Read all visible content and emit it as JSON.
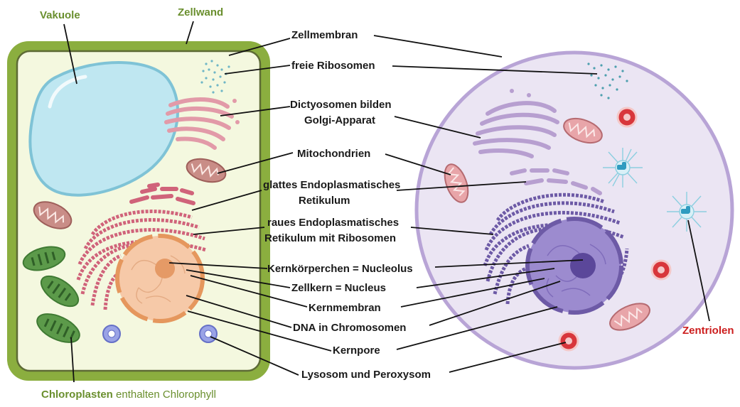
{
  "diagram": {
    "left_labels": {
      "vakuole": "Vakuole",
      "zellwand": "Zellwand",
      "chloroplasten_bold": "Chloroplasten",
      "chloroplasten_rest": " enthalten Chlorophyll"
    },
    "center_labels": {
      "zellmembran": "Zellmembran",
      "freie_ribosomen": "freie Ribosomen",
      "dictyosomen_1": "Dictyosomen bilden",
      "dictyosomen_2": "Golgi-Apparat",
      "mitochondrien": "Mitochondrien",
      "glattes_er_1": "glattes Endoplasmatisches",
      "glattes_er_2": "Retikulum",
      "raues_er_1": "raues Endoplasmatisches",
      "raues_er_2": "Retikulum mit Ribosomen",
      "nucleolus": "Kernkörperchen = Nucleolus",
      "nucleus": "Zellkern = Nucleus",
      "kernmembran": "Kernmembran",
      "dna": "DNA in Chromosomen",
      "kernpore": "Kernpore",
      "lysosom": "Lysosom und Peroxysom"
    },
    "right_labels": {
      "zentriolen": "Zentriolen"
    },
    "colors": {
      "cell_wall": "#8bae3f",
      "plant_cytoplasm": "#f4f8df",
      "animal_cytoplasm": "#ebe5f3",
      "vacuole": "#bfe7f1",
      "golgi_plant": "#e29aa8",
      "golgi_animal": "#b79fd0",
      "mitochondria": "#c98d87",
      "er_plant": "#d0637a",
      "er_animal": "#6d5aa6",
      "nucleus_plant": "#f6c9a8",
      "nucleus_animal": "#8a76c2",
      "chloroplast": "#5c9a4a",
      "label_green": "#6a8f2e",
      "label_red": "#cc1d1d"
    }
  }
}
